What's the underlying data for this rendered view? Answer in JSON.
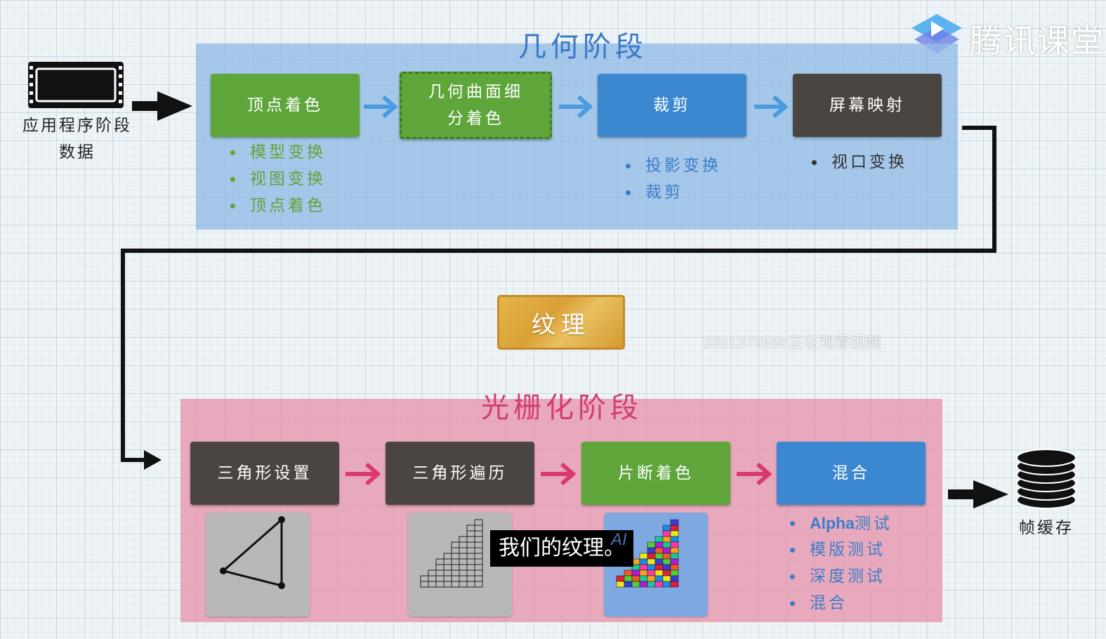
{
  "logo": {
    "text": "腾讯课堂"
  },
  "watermark": "3351376586正在观看视频",
  "app_stage": {
    "line1": "应用程序阶段",
    "line2": "数据"
  },
  "geometry": {
    "title": "几何阶段",
    "boxes": [
      {
        "line1": "顶点着色",
        "line2": ""
      },
      {
        "line1": "几何曲面细",
        "line2": "分着色"
      },
      {
        "line1": "裁剪",
        "line2": ""
      },
      {
        "line1": "屏幕映射",
        "line2": ""
      }
    ],
    "vertex_bullets": [
      "模型变换",
      "视图变换",
      "顶点着色"
    ],
    "clip_bullets": [
      "投影变换",
      "裁剪"
    ],
    "screen_bullets": [
      "视口变换"
    ]
  },
  "texture": "纹理",
  "raster": {
    "title": "光栅化阶段",
    "boxes": [
      "三角形设置",
      "三角形遍历",
      "片断着色",
      "混合"
    ],
    "blend_bullets": [
      {
        "en": "Alpha",
        "zh": "测试"
      },
      {
        "en": "",
        "zh": "模版测试"
      },
      {
        "en": "",
        "zh": "深度测试"
      },
      {
        "en": "",
        "zh": "混合"
      }
    ]
  },
  "frame_buffer": "帧缓存",
  "subtitle": {
    "text": "我们的纹理。",
    "tag": "AI"
  },
  "colors": {
    "green": "#5ea53a",
    "blue": "#3b87d0",
    "dark": "#4b4541",
    "geo_panel": "#92bbe6",
    "raster_panel": "#e796af",
    "arrow_blue": "#4a9be0",
    "arrow_pink": "#d83a6e",
    "texture": "#d9a035"
  }
}
